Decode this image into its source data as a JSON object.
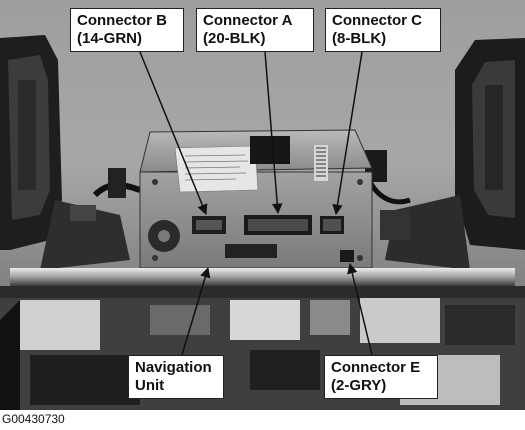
{
  "labels": {
    "connector_b": [
      "Connector B",
      "(14-GRN)"
    ],
    "connector_a": [
      "Connector A",
      "(20-BLK)"
    ],
    "connector_c": [
      "Connector C",
      "(8-BLK)"
    ],
    "navigation_unit": [
      "Navigation",
      "Unit"
    ],
    "connector_e": [
      "Connector E",
      "(2-GRY)"
    ]
  },
  "figure_id": "G00430730"
}
